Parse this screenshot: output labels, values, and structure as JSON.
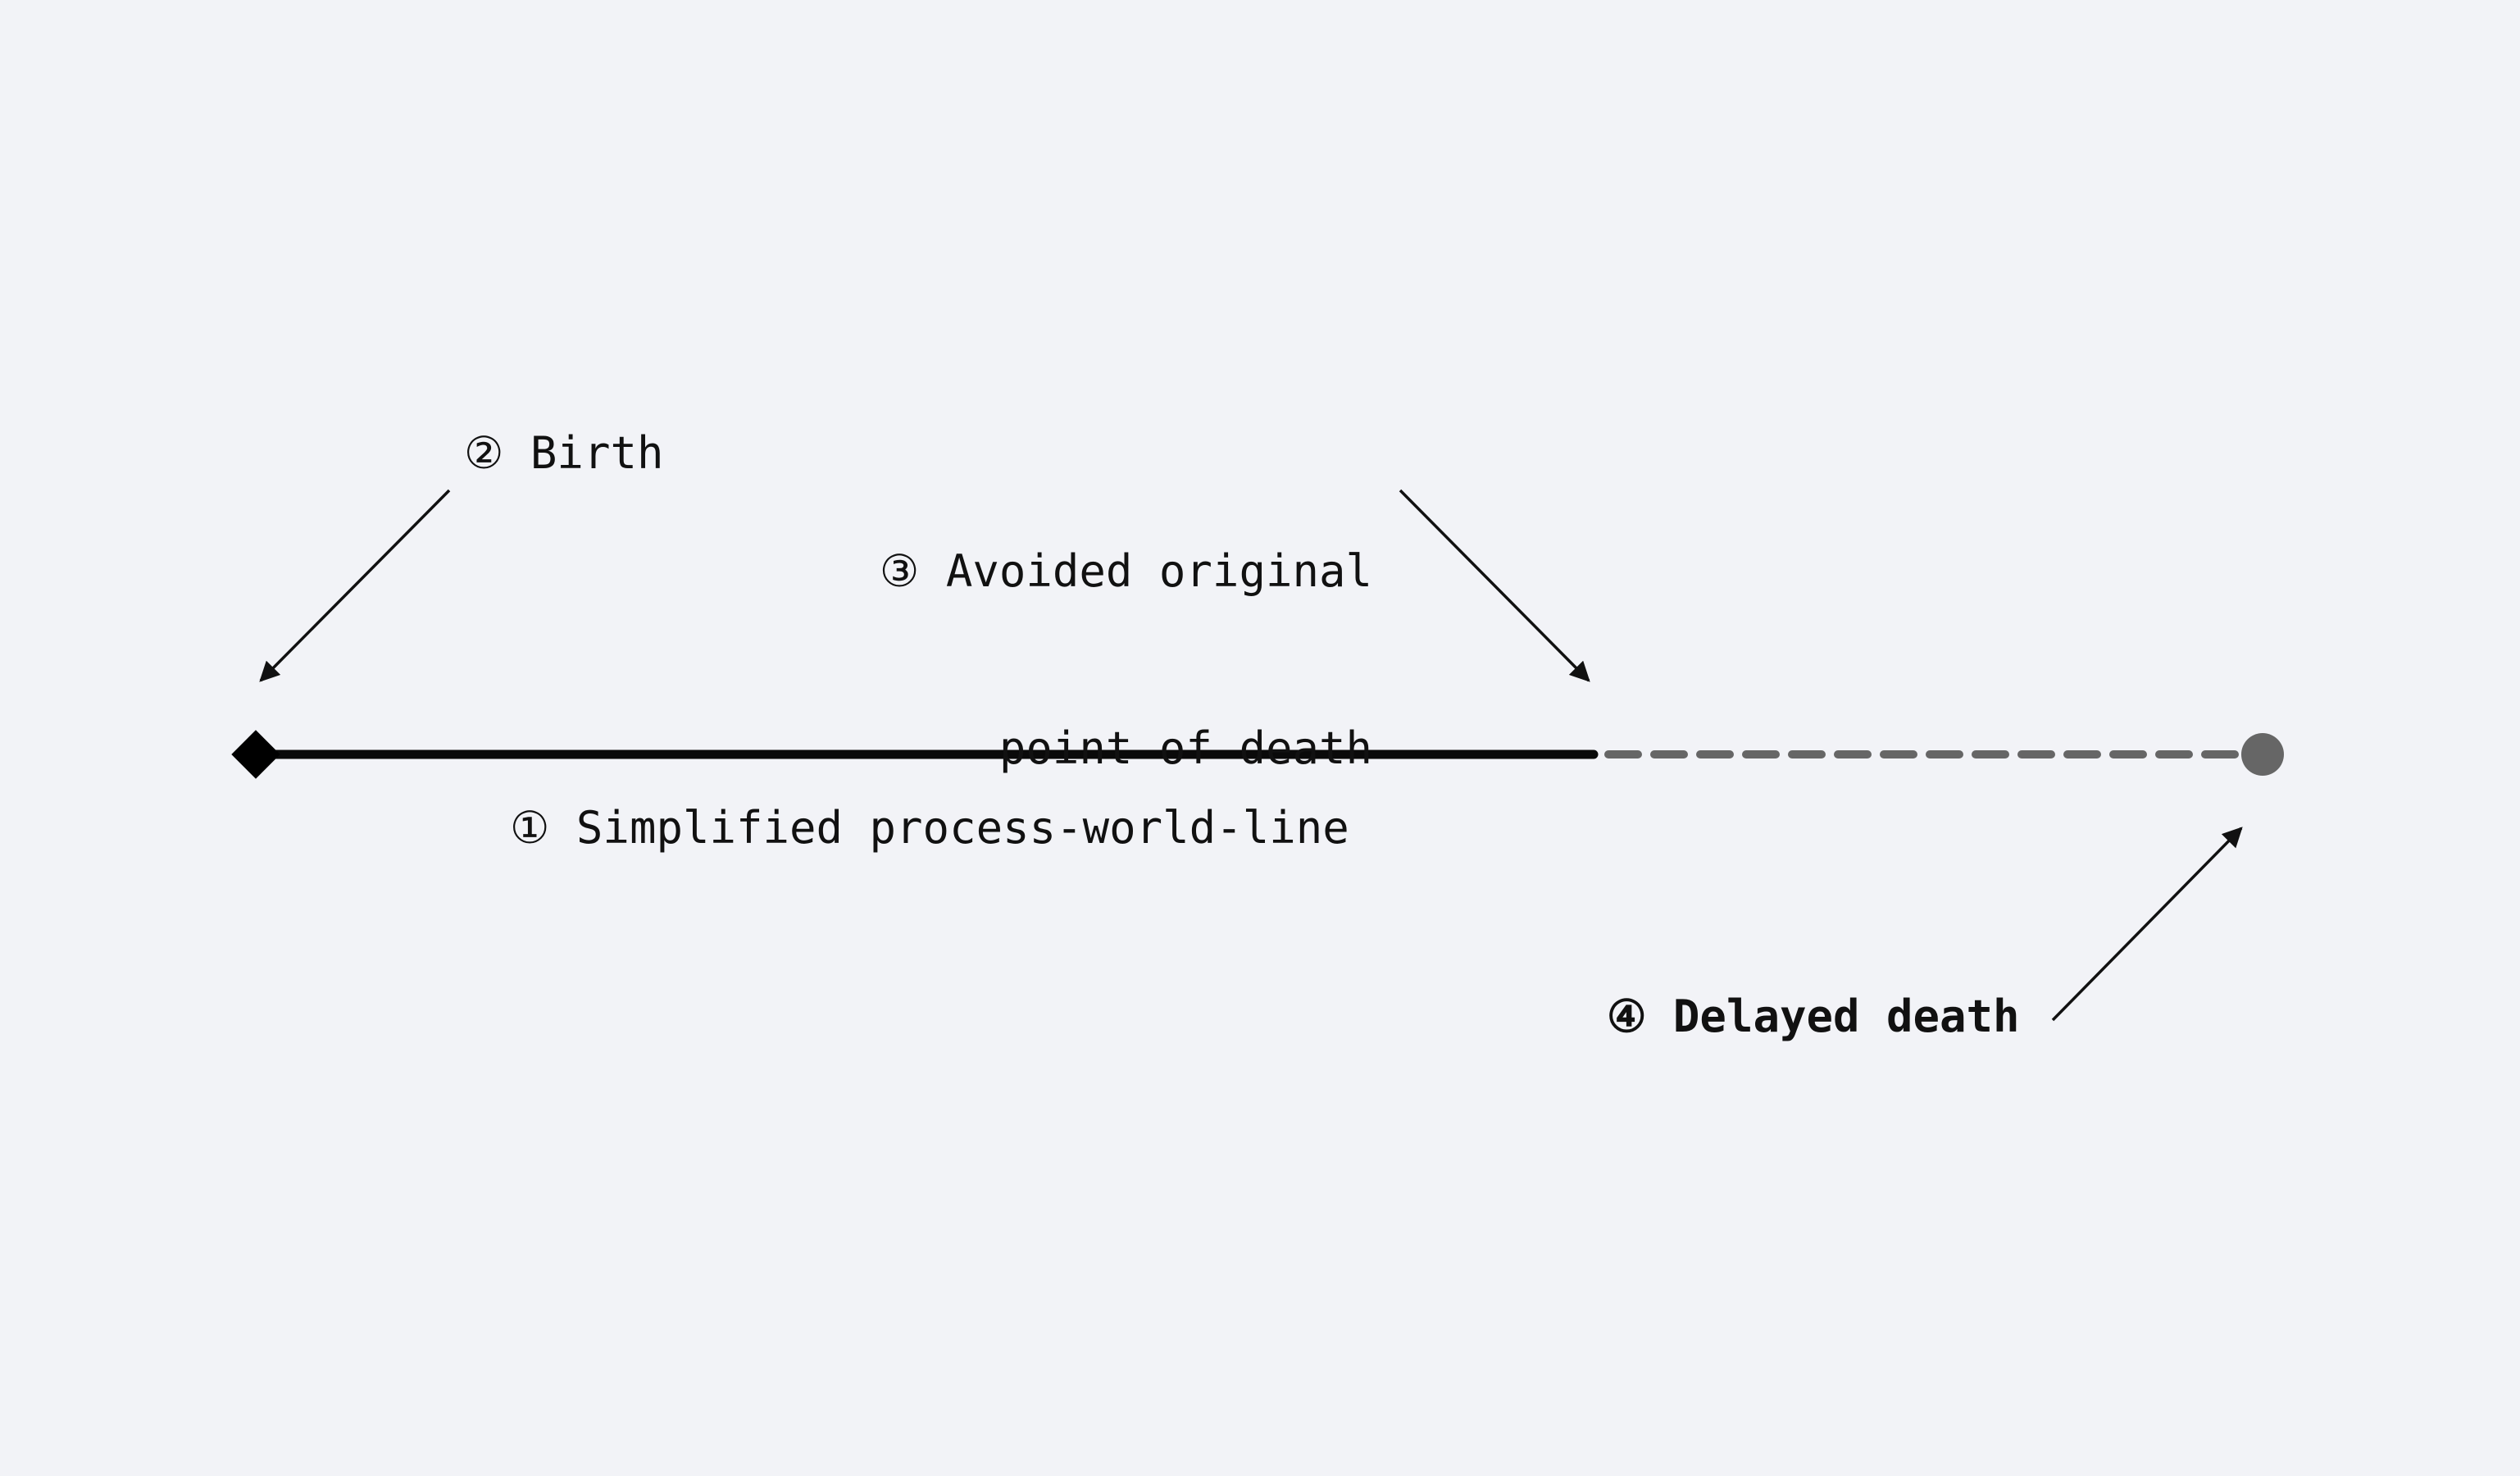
{
  "annotations": {
    "process_line": "① Simplified process-world-line",
    "birth": "② Birth",
    "avoided_death_line1": "③ Avoided original",
    "avoided_death_line2": "point of death",
    "delayed_death": "④ Delayed death"
  },
  "colors": {
    "background": "#f2f3f7",
    "solid_line": "#0a0a0a",
    "dashed_line": "#666666",
    "end_dot": "#666666",
    "arrows": "#111111"
  }
}
